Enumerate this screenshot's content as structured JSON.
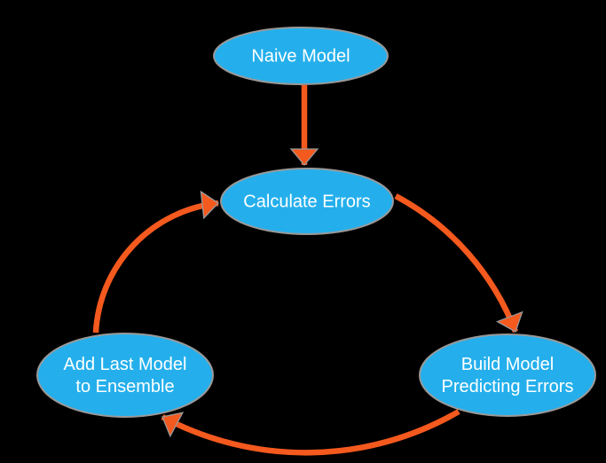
{
  "diagram": {
    "type": "flowchart-cycle",
    "nodes": [
      {
        "id": "naive-model",
        "lines": [
          "Naive Model"
        ]
      },
      {
        "id": "calculate-errors",
        "lines": [
          "Calculate Errors"
        ]
      },
      {
        "id": "build-model",
        "lines": [
          "Build Model",
          "Predicting Errors"
        ]
      },
      {
        "id": "add-last-model",
        "lines": [
          "Add Last Model",
          "to Ensemble"
        ]
      }
    ],
    "edges": [
      {
        "from": "Naive Model",
        "to": "Calculate Errors"
      },
      {
        "from": "Calculate Errors",
        "to": "Build Model Predicting Errors"
      },
      {
        "from": "Build Model Predicting Errors",
        "to": "Add Last Model to Ensemble"
      },
      {
        "from": "Add Last Model to Ensemble",
        "to": "Calculate Errors"
      }
    ]
  },
  "colors": {
    "background": "#000000",
    "node_fill": "#24AFEC",
    "node_border": "#999999",
    "arrow": "#F4591E",
    "text": "#FFFFFF"
  }
}
